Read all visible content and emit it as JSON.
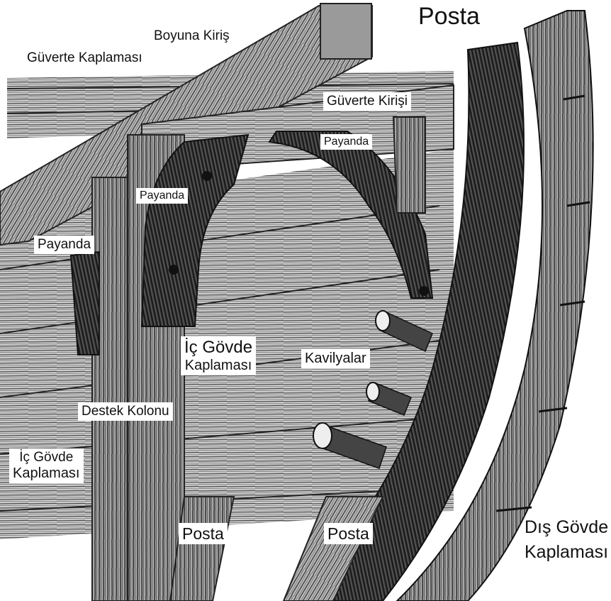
{
  "labels": {
    "posta_top": "Posta",
    "boyuna_kiris": "Boyuna Kiriş",
    "guverte_kaplamasi": "Güverte Kaplaması",
    "guverte_kirisi": "Güverte Kirişi",
    "payanda_upper": "Payanda",
    "payanda_middle": "Payanda",
    "payanda_left": "Payanda",
    "ic_govde_center_line1": "İç Gövde",
    "ic_govde_center_line2": "Kaplaması",
    "kavilyalar": "Kavilyalar",
    "destek_kolonu": "Destek Kolonu",
    "ic_govde_left_line1": "İç Gövde",
    "ic_govde_left_line2": "Kaplaması",
    "posta_bottom_left": "Posta",
    "posta_bottom_right": "Posta",
    "dis_govde_line1": "Dış Gövde",
    "dis_govde_line2": "Kaplaması"
  },
  "colors": {
    "wood_dark": "#2a2a2a",
    "wood_mid": "#5a5a5a",
    "wood_light": "#d9d9d9",
    "label_bg": "#ffffff",
    "text": "#111111"
  }
}
